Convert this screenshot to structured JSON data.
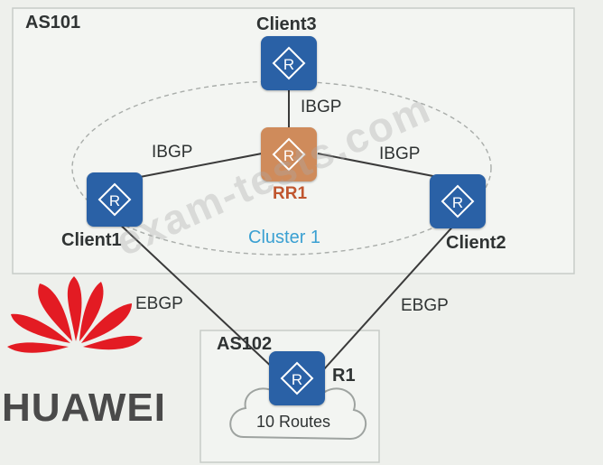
{
  "domains": {
    "as101": "AS101",
    "as102": "AS102"
  },
  "nodes": {
    "client3": "Client3",
    "rr1": "RR1",
    "client1": "Client1",
    "client2": "Client2",
    "r1": "R1",
    "router_glyph": "R"
  },
  "cluster_label": "Cluster 1",
  "links": {
    "client3_rr1": "IBGP",
    "client1_rr1": "IBGP",
    "rr1_client2": "IBGP",
    "client1_r1": "EBGP",
    "client2_r1": "EBGP"
  },
  "cloud_label": "10 Routes",
  "watermark": "exam-tests.com",
  "logo": {
    "text": "HUAWEI",
    "color": "#e31b23"
  },
  "colors": {
    "client_router": "#2a61a6",
    "route_reflector": "#cf8b5b",
    "rr_label": "#c0562f",
    "cluster_label": "#3aa0d2"
  }
}
